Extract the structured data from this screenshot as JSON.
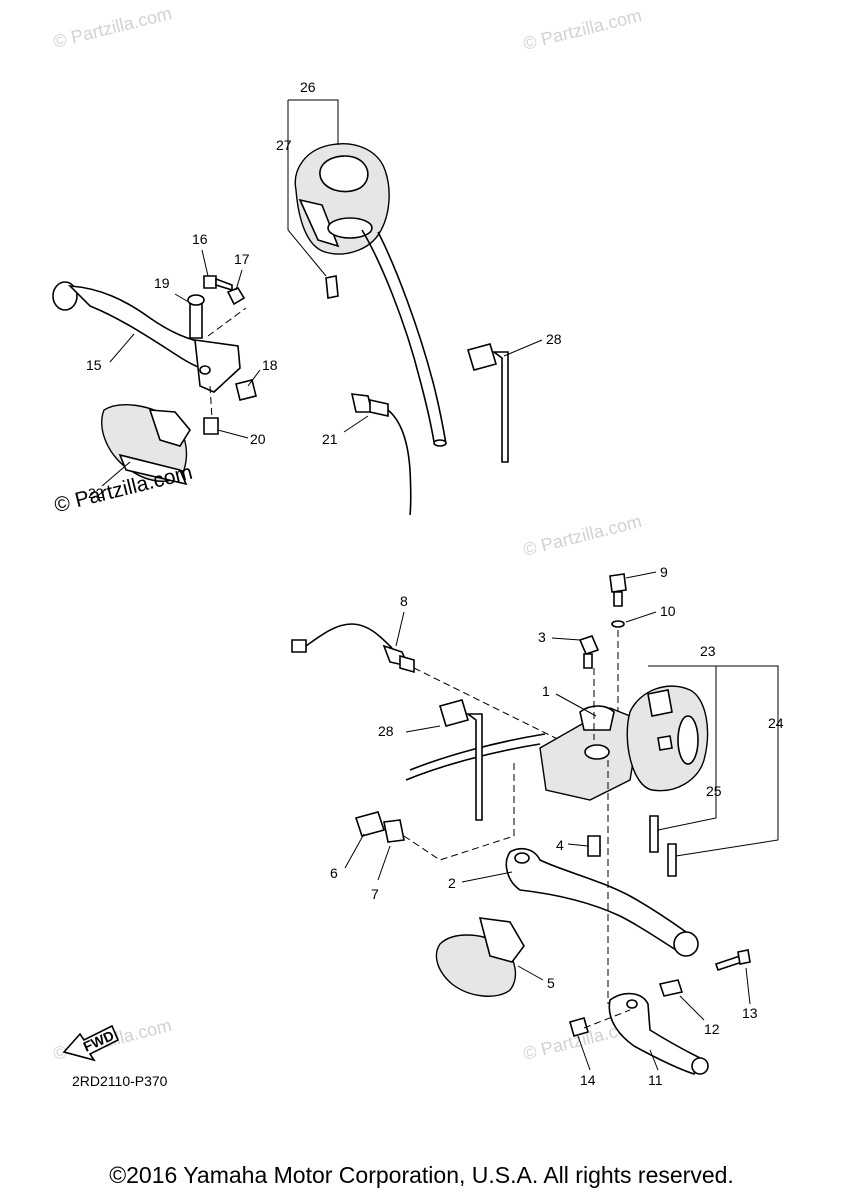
{
  "diagram": {
    "watermark": "© Partzilla.com",
    "partzilla_mark": "© Partzilla.com",
    "diagram_code": "2RD2110-P370",
    "fwd_label": "FWD",
    "copyright": "©2016 Yamaha Motor Corporation, U.S.A. All rights reserved."
  },
  "callouts": [
    "1",
    "2",
    "3",
    "4",
    "5",
    "6",
    "7",
    "8",
    "9",
    "10",
    "11",
    "12",
    "13",
    "14",
    "15",
    "16",
    "17",
    "18",
    "19",
    "20",
    "21",
    "22",
    "23",
    "24",
    "25",
    "26",
    "27",
    "28"
  ]
}
